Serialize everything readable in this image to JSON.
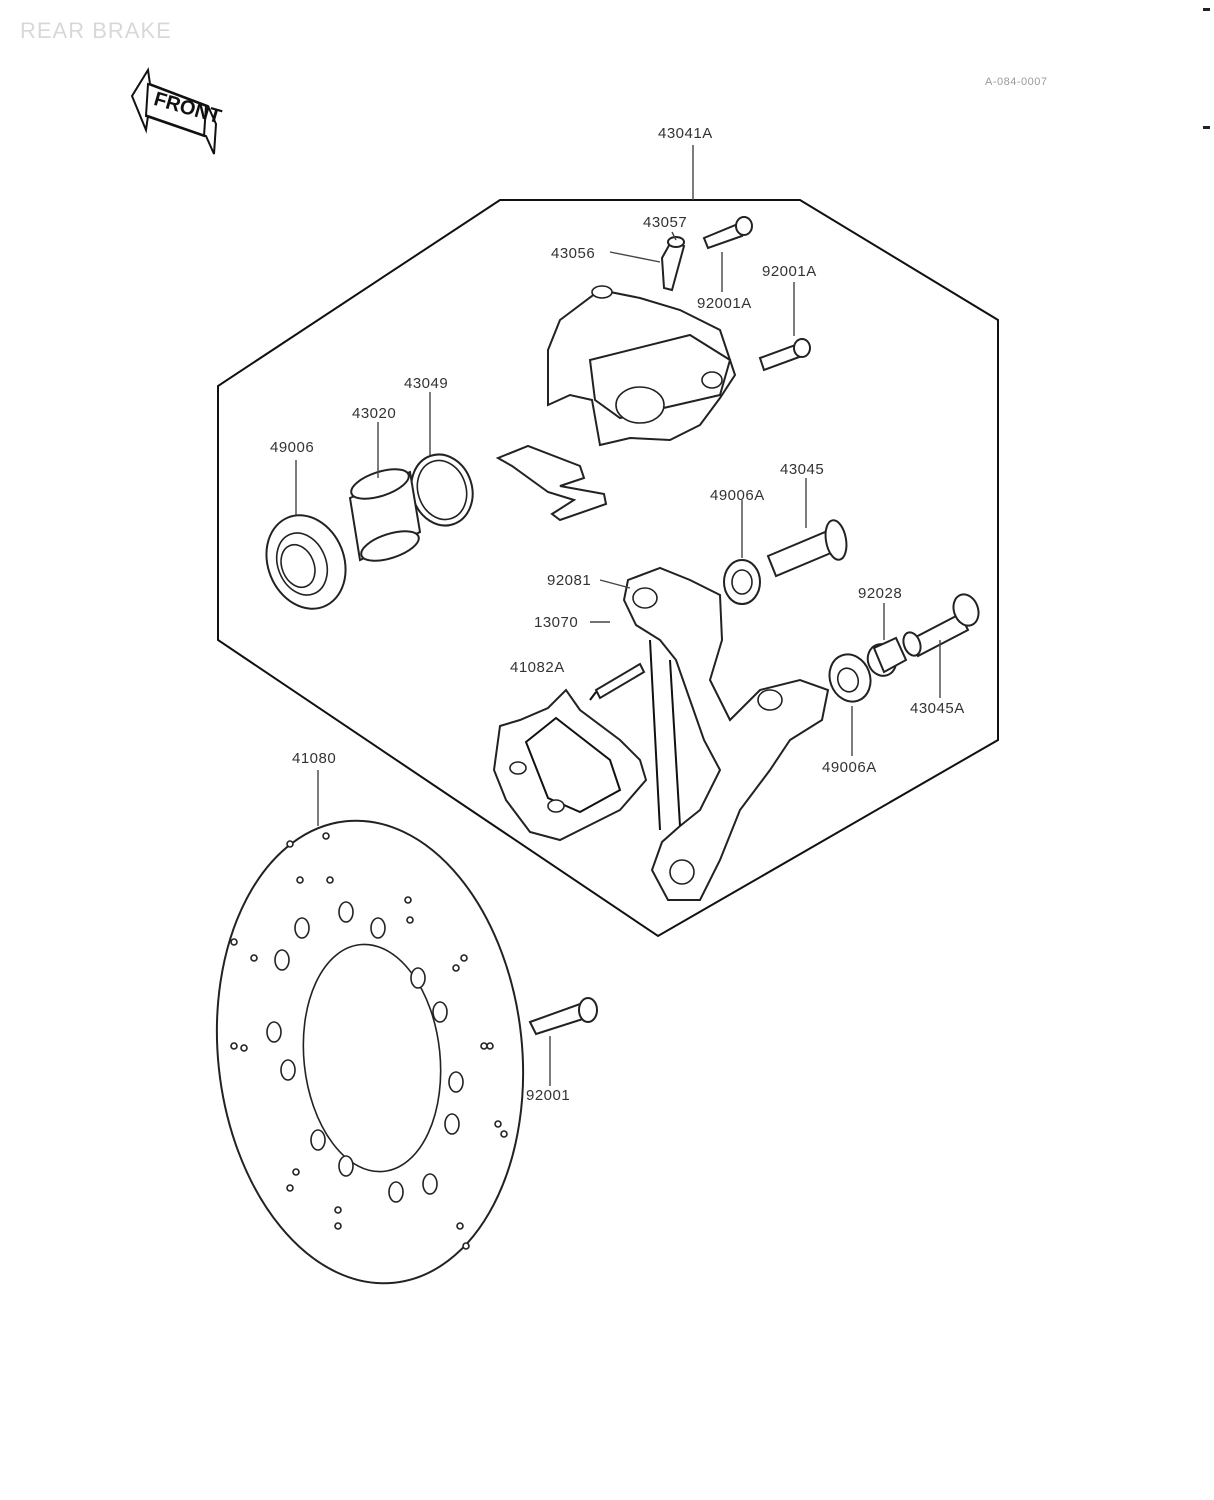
{
  "header": {
    "title": "REAR BRAKE",
    "drawing_code": "A-084-0007"
  },
  "direction_arrow": {
    "label": "FRONT"
  },
  "callouts": {
    "assembly": "43041A",
    "bleed_cap": "43057",
    "bleed_valve": "43056",
    "bolt_upper": "92001A",
    "bolt_right": "92001A",
    "seal_ring": "43049",
    "piston": "43020",
    "dust_seal": "49006",
    "sleeve": "43045",
    "boot_upper": "49006A",
    "pad_spring": "92081",
    "pin": "13070",
    "pad_assy": "41082A",
    "collar": "92028",
    "pin_bolt": "43045A",
    "boot_lower": "49006A",
    "disc": "41080",
    "disc_bolt": "92001"
  },
  "colors": {
    "line": "#111111",
    "label": "#333333",
    "background": "#ffffff"
  }
}
